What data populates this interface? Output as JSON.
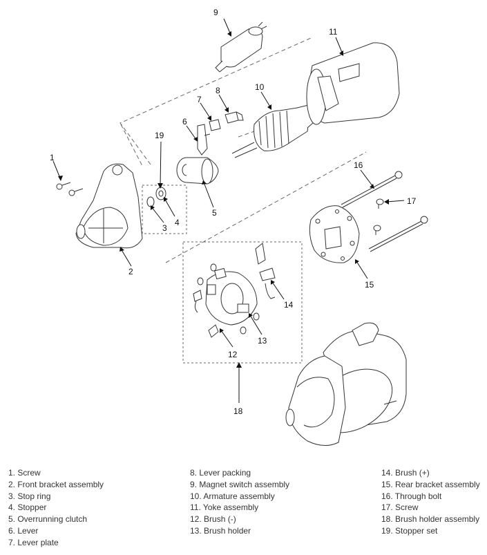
{
  "callouts": [
    "1",
    "2",
    "3",
    "4",
    "5",
    "6",
    "7",
    "8",
    "9",
    "10",
    "11",
    "12",
    "13",
    "14",
    "15",
    "16",
    "17",
    "18",
    "19"
  ],
  "legend": {
    "col1": [
      "1. Screw",
      "2. Front bracket assembly",
      "3. Stop ring",
      "4. Stopper",
      "5. Overrunning clutch",
      "6. Lever",
      "7. Lever plate"
    ],
    "col2": [
      "8. Lever packing",
      "9. Magnet switch assembly",
      "10. Armature assembly",
      "11. Yoke assembly",
      "12. Brush (-)",
      "13. Brush holder"
    ],
    "col3": [
      "14. Brush (+)",
      "15. Rear bracket assembly",
      "16. Through bolt",
      "17. Screw",
      "18. Brush holder assembly",
      "19. Stopper set"
    ]
  }
}
